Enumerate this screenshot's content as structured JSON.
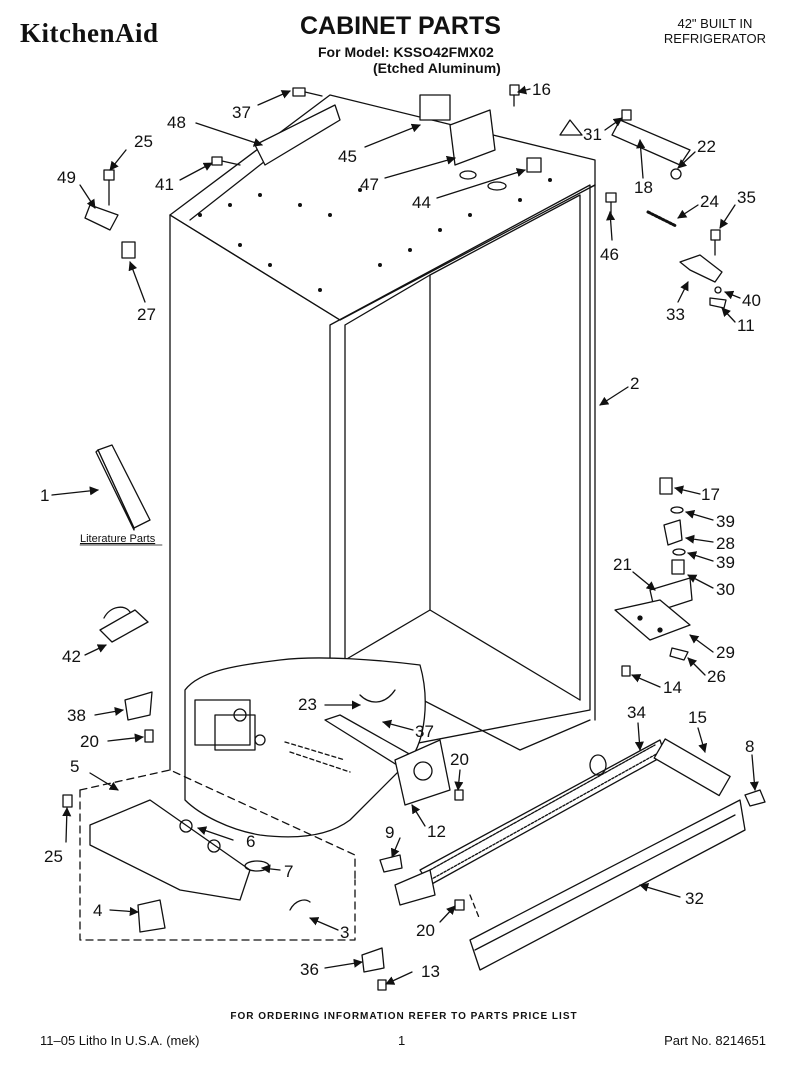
{
  "header": {
    "brand": "KitchenAid",
    "title": "CABINET PARTS",
    "model_line": "For Model: KSSO42FMX02",
    "finish_line": "(Etched Aluminum)",
    "type_line1": "42\" BUILT IN",
    "type_line2": "REFRIGERATOR"
  },
  "literature_label": "Literature Parts",
  "callouts": [
    {
      "id": "c37a",
      "label": "37"
    },
    {
      "id": "c48",
      "label": "48"
    },
    {
      "id": "c25a",
      "label": "25"
    },
    {
      "id": "c49",
      "label": "49"
    },
    {
      "id": "c41",
      "label": "41"
    },
    {
      "id": "c45",
      "label": "45"
    },
    {
      "id": "c16",
      "label": "16"
    },
    {
      "id": "c47",
      "label": "47"
    },
    {
      "id": "c44",
      "label": "44"
    },
    {
      "id": "c31",
      "label": "31"
    },
    {
      "id": "c22",
      "label": "22"
    },
    {
      "id": "c18",
      "label": "18"
    },
    {
      "id": "c46",
      "label": "46"
    },
    {
      "id": "c24",
      "label": "24"
    },
    {
      "id": "c35",
      "label": "35"
    },
    {
      "id": "c27",
      "label": "27"
    },
    {
      "id": "c33",
      "label": "33"
    },
    {
      "id": "c40",
      "label": "40"
    },
    {
      "id": "c11",
      "label": "11"
    },
    {
      "id": "c2",
      "label": "2"
    },
    {
      "id": "c1",
      "label": "1"
    },
    {
      "id": "c17",
      "label": "17"
    },
    {
      "id": "c39a",
      "label": "39"
    },
    {
      "id": "c28",
      "label": "28"
    },
    {
      "id": "c39b",
      "label": "39"
    },
    {
      "id": "c21",
      "label": "21"
    },
    {
      "id": "c30",
      "label": "30"
    },
    {
      "id": "c29",
      "label": "29"
    },
    {
      "id": "c26",
      "label": "26"
    },
    {
      "id": "c14",
      "label": "14"
    },
    {
      "id": "c42",
      "label": "42"
    },
    {
      "id": "c23",
      "label": "23"
    },
    {
      "id": "c37b",
      "label": "37"
    },
    {
      "id": "c34",
      "label": "34"
    },
    {
      "id": "c15",
      "label": "15"
    },
    {
      "id": "c38",
      "label": "38"
    },
    {
      "id": "c8",
      "label": "8"
    },
    {
      "id": "c20a",
      "label": "20"
    },
    {
      "id": "c20b",
      "label": "20"
    },
    {
      "id": "c5",
      "label": "5"
    },
    {
      "id": "c12",
      "label": "12"
    },
    {
      "id": "c6",
      "label": "6"
    },
    {
      "id": "c25b",
      "label": "25"
    },
    {
      "id": "c9",
      "label": "9"
    },
    {
      "id": "c7",
      "label": "7"
    },
    {
      "id": "c32",
      "label": "32"
    },
    {
      "id": "c4",
      "label": "4"
    },
    {
      "id": "c20c",
      "label": "20"
    },
    {
      "id": "c3",
      "label": "3"
    },
    {
      "id": "c36",
      "label": "36"
    },
    {
      "id": "c13",
      "label": "13"
    }
  ],
  "footer": {
    "order_note": "FOR ORDERING INFORMATION REFER TO PARTS PRICE LIST",
    "litho": "11–05 Litho In U.S.A. (mek)",
    "page": "1",
    "part_no": "Part No. 8214651"
  }
}
